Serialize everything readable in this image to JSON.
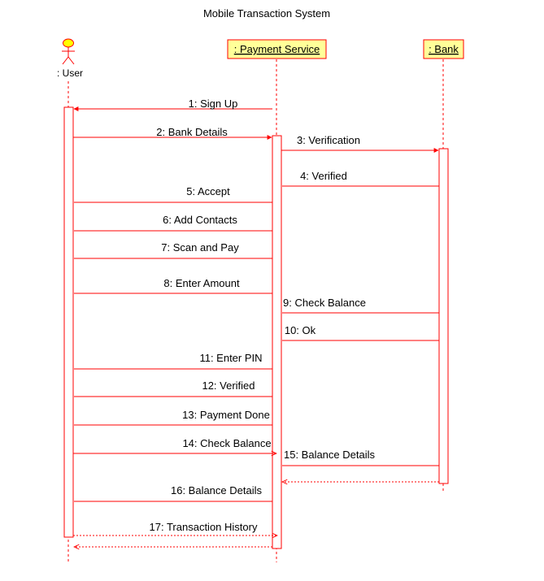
{
  "title": "Mobile Transaction System",
  "colors": {
    "line": "#ff0000",
    "object_fill": "#ffff99",
    "actor_fill": "#ffff00",
    "lifeline": "#ff0000"
  },
  "participants": [
    {
      "id": "user",
      "label": ": User",
      "kind": "actor",
      "icon": "stick-figure-actor-icon"
    },
    {
      "id": "payment_service",
      "label": ": Payment Service",
      "kind": "object"
    },
    {
      "id": "bank",
      "label": ": Bank",
      "kind": "object"
    }
  ],
  "messages": [
    {
      "number": 1,
      "label": "1: Sign Up",
      "from": "payment_service",
      "to": "user",
      "style": "solid"
    },
    {
      "number": 2,
      "label": "2: Bank Details",
      "from": "user",
      "to": "payment_service",
      "style": "solid"
    },
    {
      "number": 3,
      "label": "3: Verification",
      "from": "payment_service",
      "to": "bank",
      "style": "solid"
    },
    {
      "number": 4,
      "label": "4: Verified",
      "from": "bank",
      "to": "payment_service",
      "style": "solid"
    },
    {
      "number": 5,
      "label": "5: Accept",
      "from": "payment_service",
      "to": "user",
      "style": "solid"
    },
    {
      "number": 6,
      "label": "6: Add Contacts",
      "from": "payment_service",
      "to": "user",
      "style": "solid"
    },
    {
      "number": 7,
      "label": "7: Scan and Pay",
      "from": "payment_service",
      "to": "user",
      "style": "solid"
    },
    {
      "number": 8,
      "label": "8: Enter Amount",
      "from": "payment_service",
      "to": "user",
      "style": "solid"
    },
    {
      "number": 9,
      "label": "9: Check Balance",
      "from": "bank",
      "to": "payment_service",
      "style": "solid"
    },
    {
      "number": 10,
      "label": "10: Ok",
      "from": "bank",
      "to": "payment_service",
      "style": "solid"
    },
    {
      "number": 11,
      "label": "11: Enter PIN",
      "from": "payment_service",
      "to": "user",
      "style": "solid"
    },
    {
      "number": 12,
      "label": "12: Verified",
      "from": "payment_service",
      "to": "user",
      "style": "solid"
    },
    {
      "number": 13,
      "label": "13: Payment Done",
      "from": "payment_service",
      "to": "user",
      "style": "solid"
    },
    {
      "number": 14,
      "label": "14: Check Balance",
      "from": "user",
      "to": "payment_service",
      "style": "solid"
    },
    {
      "number": 15,
      "label": "15: Balance Details",
      "from": "bank",
      "to": "payment_service",
      "style": "solid"
    },
    {
      "number": 16,
      "label": "16: Balance Details",
      "from": "payment_service",
      "to": "user",
      "style": "solid"
    },
    {
      "number": 17,
      "label": "17: Transaction History",
      "from": "user",
      "to": "payment_service",
      "style": "dotted"
    }
  ]
}
